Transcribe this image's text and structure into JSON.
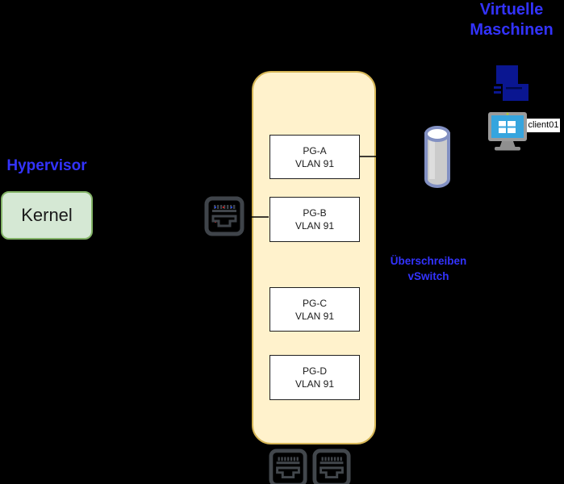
{
  "title": {
    "line1": "Virtuelle",
    "line2": "Maschinen"
  },
  "hypervisor_label": "Hypervisor",
  "kernel_label": "Kernel",
  "vswitch_caption": {
    "line1": "Überschreiben",
    "line2": "vSwitch"
  },
  "vm": {
    "name": "client01"
  },
  "port_groups": [
    {
      "name": "PG-A",
      "vlan": "VLAN 91"
    },
    {
      "name": "PG-B",
      "vlan": "VLAN 91"
    },
    {
      "name": "PG-C",
      "vlan": "VLAN 91"
    },
    {
      "name": "PG-D",
      "vlan": "VLAN 91"
    }
  ],
  "icons": {
    "uplink_nic": "ethernet-port-icon",
    "bottom_nic_1": "ethernet-port-icon",
    "bottom_nic_2": "ethernet-port-icon",
    "pipe": "cylinder-pipe-icon",
    "vm_host": "navy-computer-icon",
    "client_monitor": "windows-monitor-icon"
  },
  "colors": {
    "background": "#000000",
    "accent_blue": "#3333FF",
    "vswitch_fill": "#FFF2CC",
    "vswitch_stroke": "#D6B656",
    "kernel_fill": "#D5E8D4",
    "kernel_stroke": "#82B366",
    "pg_fill": "#FFFFFF",
    "nic_gray": "#3F444A",
    "screen_blue": "#36A5DE",
    "monitor_gray": "#9B9B9B",
    "navy_icon": "#0A1691",
    "pipe_stroke": "#8290C2",
    "pipe_fill": "#CBCBCB"
  }
}
